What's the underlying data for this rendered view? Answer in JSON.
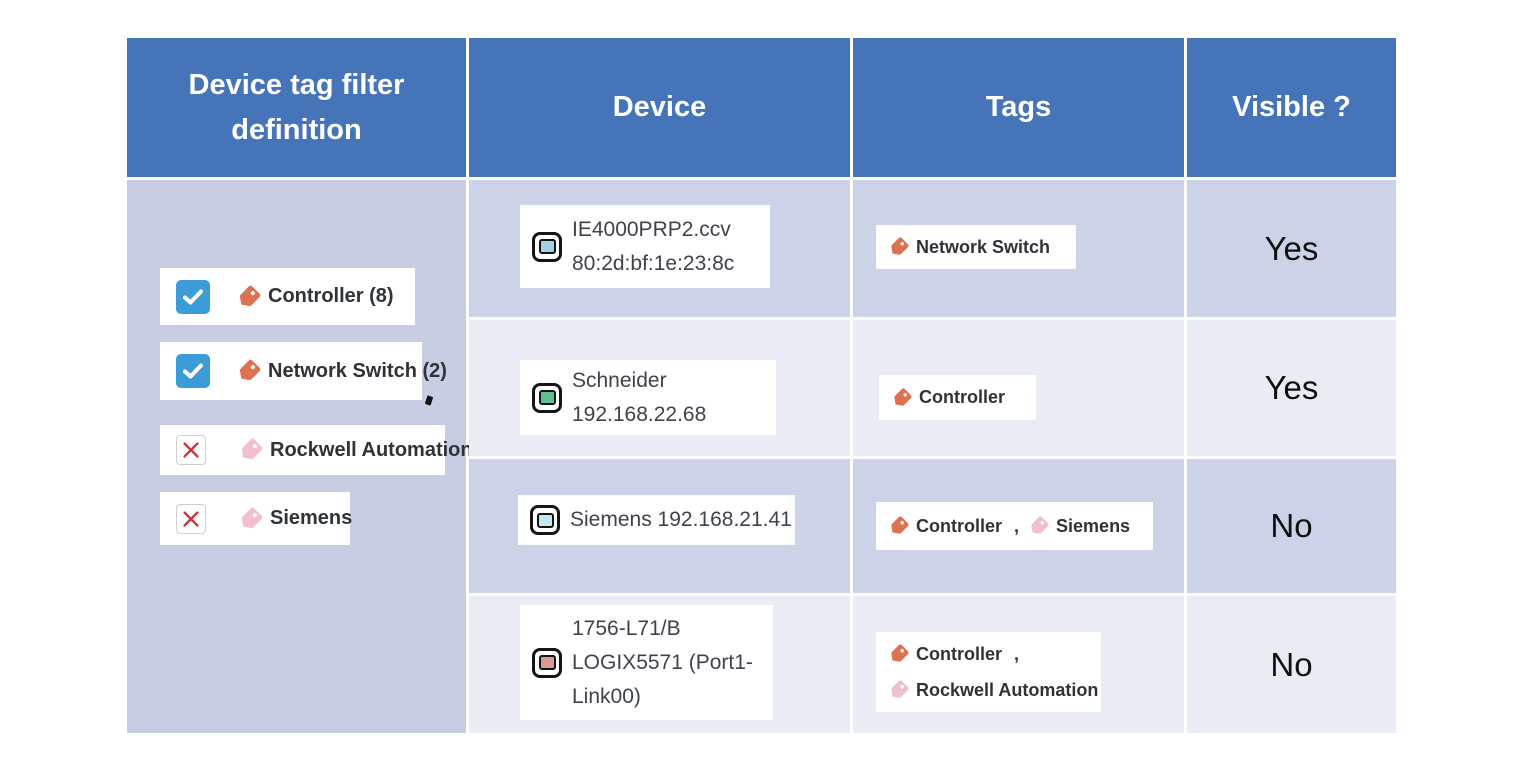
{
  "colors": {
    "header_bg": "#4674b8",
    "header_text": "#ffffff",
    "left_column_bg": "#c7cde3",
    "row_band_dark": "#ccd2e7",
    "row_band_light": "#e9ebf5",
    "chip_bg": "#ffffff",
    "checkbox_checked_bg": "#3c9cd7",
    "excluded_x_red": "#c9303a",
    "tag_orange": "#dd7150",
    "tag_pink": "#f2bfd2"
  },
  "table": {
    "columns": [
      "Device tag filter definition",
      "Device",
      "Tags",
      "Visible ?"
    ],
    "tag_separator": ",",
    "filter": {
      "items": [
        {
          "label": "Controller (8)",
          "state": "checked",
          "tag_color": "orange"
        },
        {
          "label": "Network Switch (2)",
          "state": "checked",
          "tag_color": "orange"
        },
        {
          "label": "Rockwell Automation",
          "state": "excluded",
          "tag_color": "pink"
        },
        {
          "label": "Siemens",
          "state": "excluded",
          "tag_color": "pink"
        }
      ]
    },
    "rows": [
      {
        "device": {
          "lines": [
            "IE4000PRP2.ccv",
            "80:2d:bf:1e:23:8c"
          ],
          "icon": "network-switch-device-icon",
          "icon_color": "#9fd4e8"
        },
        "tags": [
          {
            "label": "Network Switch",
            "color": "orange"
          }
        ],
        "visible": "Yes"
      },
      {
        "device": {
          "lines": [
            "Schneider",
            "192.168.22.68"
          ],
          "icon": "controller-device-icon",
          "icon_color": "#5fbe92"
        },
        "tags": [
          {
            "label": "Controller",
            "color": "orange"
          }
        ],
        "visible": "Yes"
      },
      {
        "device": {
          "lines": [
            "Siemens 192.168.21.41"
          ],
          "icon": "controller-device-icon",
          "icon_color": "#c3e6ef"
        },
        "tags": [
          {
            "label": "Controller",
            "color": "orange"
          },
          {
            "label": "Siemens",
            "color": "pink"
          }
        ],
        "visible": "No"
      },
      {
        "device": {
          "lines": [
            "1756-L71/B",
            "LOGIX5571 (Port1-",
            "Link00)"
          ],
          "icon": "controller-device-icon",
          "icon_color": "#d89a94"
        },
        "tags": [
          {
            "label": "Controller",
            "color": "orange"
          },
          {
            "label": "Rockwell Automation",
            "color": "pink"
          }
        ],
        "visible": "No"
      }
    ]
  }
}
